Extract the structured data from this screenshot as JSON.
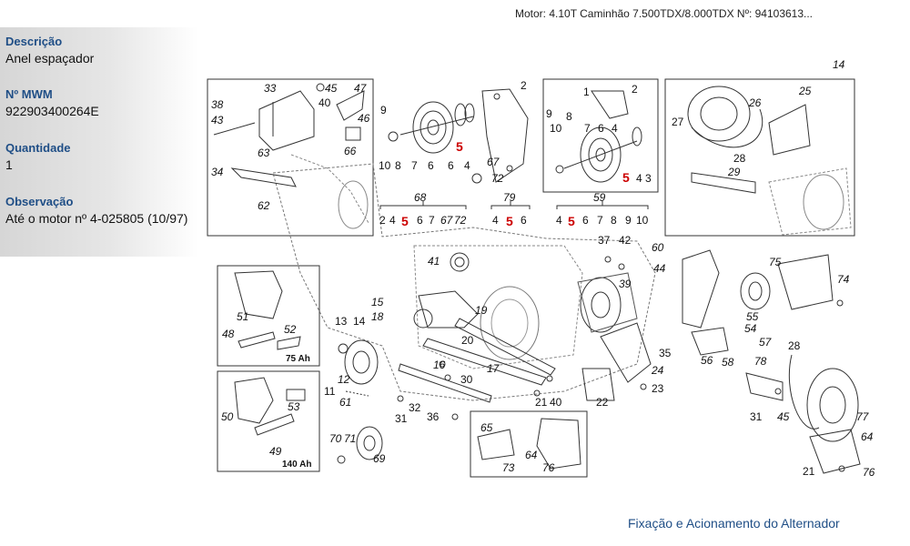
{
  "header": {
    "text": "Motor: 4.10T Caminhão 7.500TDX/8.000TDX    Nº: 94103613..."
  },
  "fields": [
    {
      "label": "Descrição",
      "value": "Anel espaçador"
    },
    {
      "label": "Nº MWM",
      "value": "922903400264E"
    },
    {
      "label": "Quantidade",
      "value": "1"
    },
    {
      "label": "Observação",
      "value": "Até o motor nº 4-025805 (10/97)"
    }
  ],
  "diagram": {
    "callouts": [
      "9",
      "10",
      "8",
      "7",
      "6",
      "6",
      "4",
      "5",
      "2",
      "67",
      "72",
      "33",
      "45",
      "40",
      "47",
      "38",
      "43",
      "46",
      "63",
      "66",
      "34",
      "62",
      "68",
      "79",
      "59",
      "2",
      "4",
      "5",
      "6",
      "7",
      "67",
      "72",
      "4",
      "5",
      "6",
      "4",
      "5",
      "6",
      "7",
      "8",
      "9",
      "10",
      "1",
      "2",
      "9",
      "10",
      "8",
      "7",
      "6",
      "4",
      "5",
      "4",
      "3",
      "14",
      "25",
      "26",
      "27",
      "28",
      "29",
      "41",
      "39",
      "37",
      "42",
      "60",
      "44",
      "75",
      "74",
      "15",
      "18",
      "19",
      "13",
      "14",
      "11",
      "12",
      "61",
      "20",
      "17",
      "16",
      "30",
      "32",
      "31",
      "36",
      "55",
      "54",
      "56",
      "58",
      "57",
      "35",
      "24",
      "22",
      "23",
      "21",
      "40",
      "65",
      "73",
      "64",
      "76",
      "70",
      "71",
      "69",
      "48",
      "51",
      "52",
      "50",
      "53",
      "49",
      "78",
      "28",
      "31",
      "45",
      "77",
      "64",
      "21",
      "76"
    ],
    "boxes": [
      {
        "name": "75ah",
        "label": "75 Ah"
      },
      {
        "name": "140ah",
        "label": "140 Ah"
      }
    ],
    "highlight_color": "#cc0000"
  },
  "caption": "Fixação e Acionamento do Alternador"
}
